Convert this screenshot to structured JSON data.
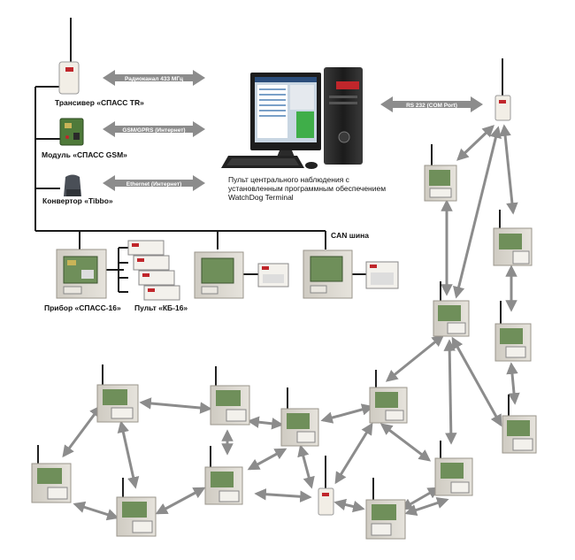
{
  "labels": {
    "transceiver": "Трансивер «СПАСС TR»",
    "gsm_module": "Модуль «СПАСС GSM»",
    "converter": "Конвертор «Tibbo»",
    "radio_channel": "Радиоканал 433 МГц",
    "gsm_link": "GSM/GPRS (Интернет)",
    "ethernet_link": "Ethernet (Интернет)",
    "rs232_link": "RS 232 (COM Port)",
    "central_station_line1": "Пульт центрального наблюдения с",
    "central_station_line2": "установленным программным обеспечением",
    "central_station_line3": "WatchDog Terminal",
    "can_bus": "CAN шина",
    "device_spass16": "Прибор «СПАСС-16»",
    "console_kb16": "Пульт «КБ-16»"
  },
  "colors": {
    "arrow": "#8c8c8c",
    "line": "#1a1a1a",
    "panel_body": "#d9d6cf",
    "panel_board": "#6f8f5a",
    "keypad": "#f3f1ec",
    "gsm_board": "#4f7a3a",
    "monitor": "#1d1d1d",
    "screen": "#c9d6e2",
    "tower": "#2a2a2a",
    "accent_red": "#c0262b"
  }
}
